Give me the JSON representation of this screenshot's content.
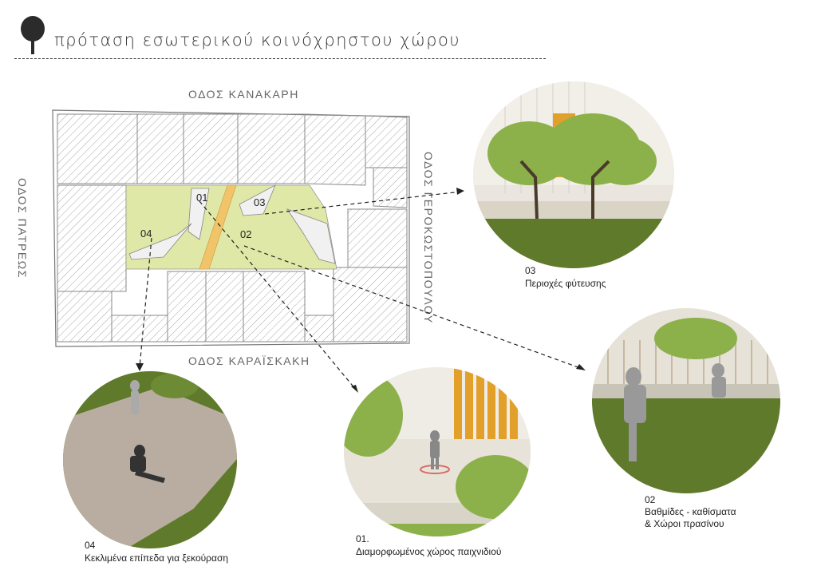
{
  "header": {
    "title": "πρόταση εσωτερικού κοινόχρηστου χώρου"
  },
  "streets": {
    "top": "ΟΔΟΣ ΚΑΝΑΚΑΡΗ",
    "bottom": "ΟΔΟΣ ΚΑΡΑΪΣΚΑΚΗ",
    "left": "ΟΔΟΣ ΠΑΤΡΕΩΣ",
    "right": "ΟΔΟΣ ΓΕΡΟΚΩΣΤΟΠΟΥΛΟΥ"
  },
  "plan_labels": {
    "a": "01",
    "b": "02",
    "c": "03",
    "d": "04"
  },
  "views": [
    {
      "id": "03",
      "number": "03",
      "caption": "Περιοχές φύτευσης"
    },
    {
      "id": "02",
      "number": "02",
      "caption_line1": "Βαθμίδες - καθίσματα",
      "caption_line2": "& Χώροι πρασίνου"
    },
    {
      "id": "01",
      "number": "01.",
      "caption": "Διαμορφωμένος χώρος παιχνιδιού"
    },
    {
      "id": "04",
      "number": "04",
      "caption": "Κεκλιμένα επίπεδα για ξεκούραση"
    }
  ],
  "colors": {
    "courtyard": "#dfe8a6",
    "path": "#f2c46a",
    "grass": "#5e7a2a",
    "hatch": "#9a9a9a"
  }
}
